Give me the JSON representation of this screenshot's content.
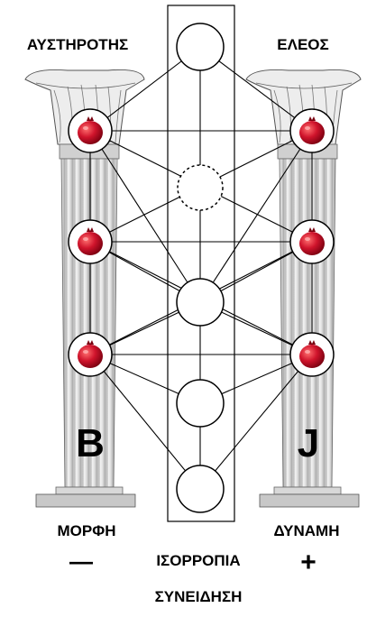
{
  "labels": {
    "left_title": "ΑΥΣΤΗΡΟΤΗΣ",
    "right_title": "ΕΛΕΟΣ",
    "left_pillar_letter": "B",
    "right_pillar_letter": "J",
    "left_bottom": "ΜΟΡΦΗ",
    "right_bottom": "ΔΥΝΑΜΗ",
    "minus": "—",
    "plus": "+",
    "center_line1": "ΙΣΟΡΡΟΠΙΑ",
    "center_line2": "ΣΥΝΕΙΔΗΣΗ"
  },
  "colors": {
    "pillar_fill": "#ececec",
    "pillar_shade": "#bdbdbd",
    "line": "#000000",
    "pomegranate": "#c8102e",
    "pomegranate_highlight": "#ff6a6a"
  },
  "icons": {
    "pomegranate": "pomegranate-icon"
  }
}
